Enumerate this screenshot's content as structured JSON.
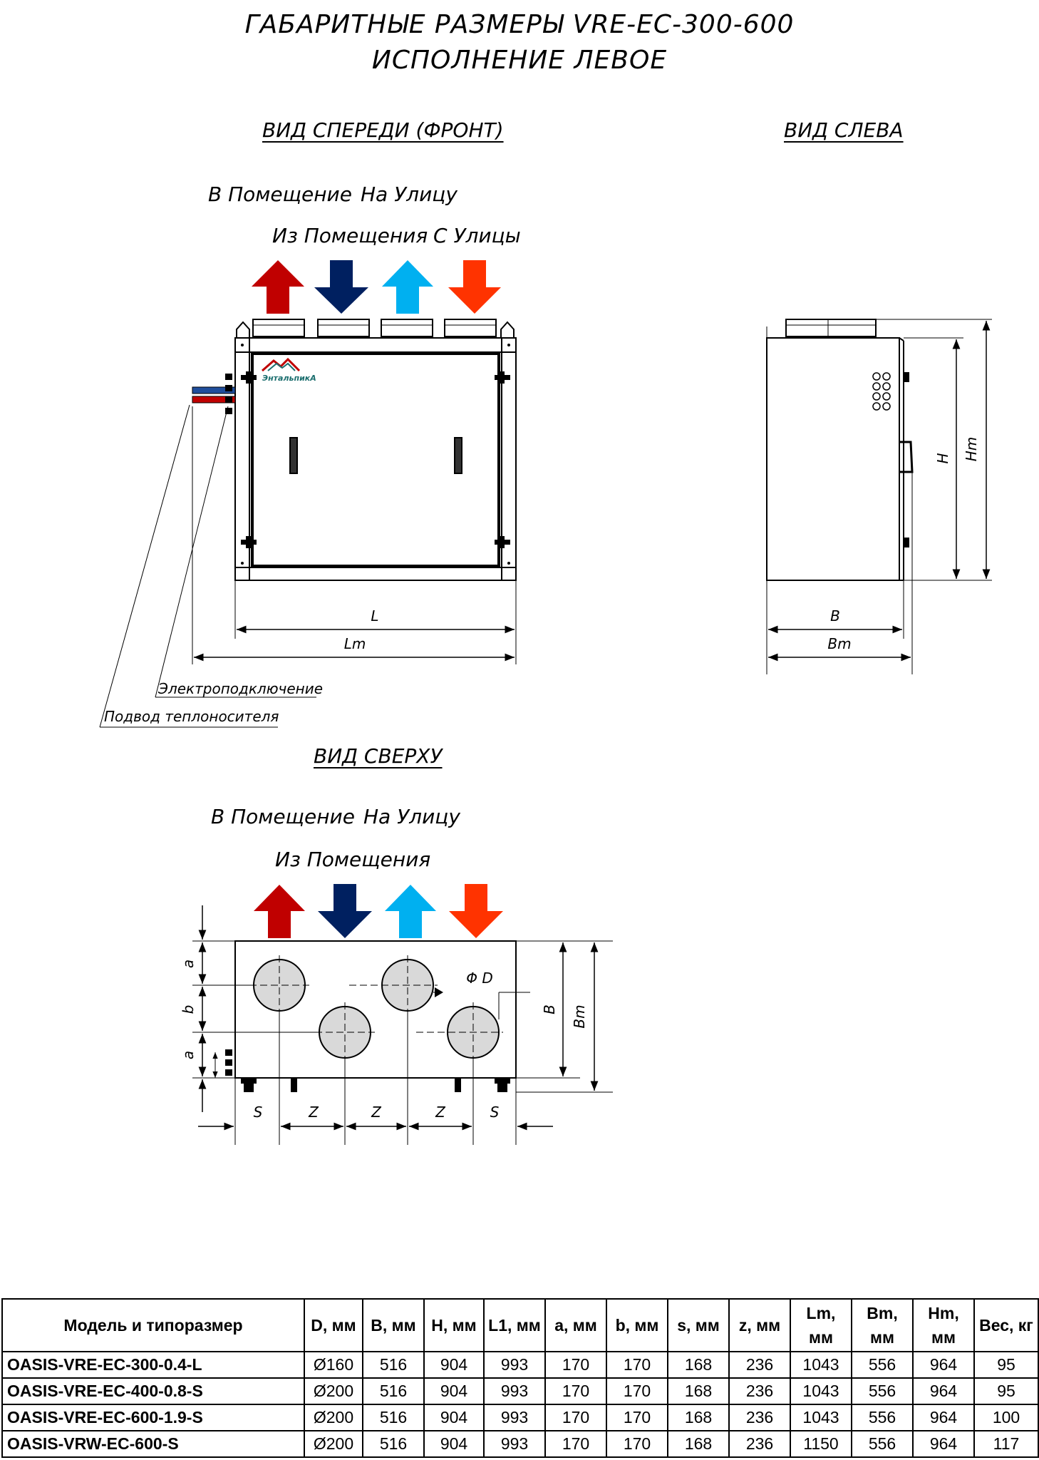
{
  "title_line1": "ГАБАРИТНЫЕ РАЗМЕРЫ VRE-EC-300-600",
  "title_line2": "ИСПОЛНЕНИЕ ЛЕВОЕ",
  "front_view": {
    "caption": "ВИД СПЕРЕДИ (ФРОНТ)",
    "label_supply": "В Помещение",
    "label_exhaust": "На Улицу",
    "label_extract": "Из Помещения",
    "label_outdoor": "С Улицы",
    "dim_L": "L",
    "dim_Lm": "Lm",
    "callout_power": "Электроподключение",
    "callout_coolant": "Подвод теплоносителя",
    "logo_text": "ЭнтальпикА"
  },
  "side_view": {
    "caption": "ВИД СЛЕВА",
    "dim_H": "H",
    "dim_Hm": "Hm",
    "dim_B": "B",
    "dim_Bm": "Bm"
  },
  "top_view": {
    "caption": "ВИД СВЕРХУ",
    "label_supply": "В Помещение",
    "label_exhaust": "На Улицу",
    "label_extract": "Из Помещения",
    "dim_a": "a",
    "dim_b": "b",
    "dim_D": "Φ D",
    "dim_B": "B",
    "dim_Bm": "Bm",
    "dim_S": "S",
    "dim_Z": "Z"
  },
  "colors": {
    "supply": "#c00000",
    "extract": "#002060",
    "outdoor": "#00b0f0",
    "exhaust": "#ff3300"
  },
  "table": {
    "headers": [
      "Модель и типоразмер",
      "D, мм",
      "B, мм",
      "H, мм",
      "L1, мм",
      "a, мм",
      "b, мм",
      "s, мм",
      "z, мм",
      "Lm, мм",
      "Bm, мм",
      "Hm, мм",
      "Вес, кг"
    ],
    "rows": [
      [
        "OASIS-VRE-EC-300-0.4-L",
        "Ø160",
        "516",
        "904",
        "993",
        "170",
        "170",
        "168",
        "236",
        "1043",
        "556",
        "964",
        "95"
      ],
      [
        "OASIS-VRE-EC-400-0.8-S",
        "Ø200",
        "516",
        "904",
        "993",
        "170",
        "170",
        "168",
        "236",
        "1043",
        "556",
        "964",
        "95"
      ],
      [
        "OASIS-VRE-EC-600-1.9-S",
        "Ø200",
        "516",
        "904",
        "993",
        "170",
        "170",
        "168",
        "236",
        "1043",
        "556",
        "964",
        "100"
      ],
      [
        "OASIS-VRW-EC-600-S",
        "Ø200",
        "516",
        "904",
        "993",
        "170",
        "170",
        "168",
        "236",
        "1150",
        "556",
        "964",
        "117"
      ]
    ]
  }
}
